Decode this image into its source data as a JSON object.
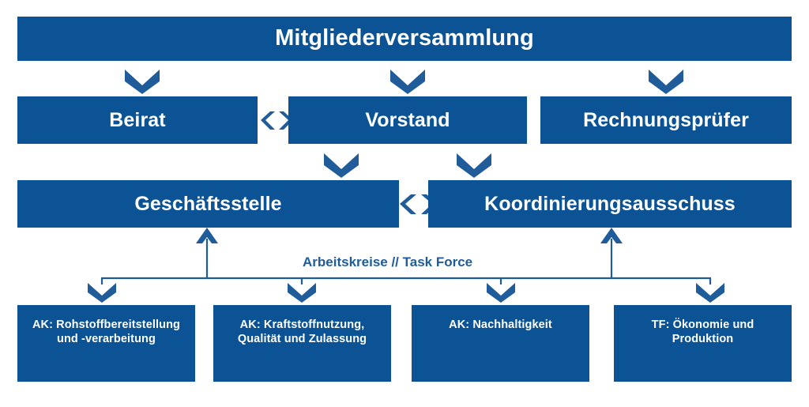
{
  "diagram": {
    "type": "organizational-hierarchy",
    "title_text": "Mitgliederversammlung",
    "colors": {
      "box_fill": "#0B5394",
      "box_text": "#FFFFFF",
      "connector": "#1F5C99",
      "background": "#FFFFFF"
    },
    "levels": [
      {
        "level": 1,
        "nodes": [
          {
            "id": "mitgliederversammlung",
            "label": "Mitgliederversammlung"
          }
        ]
      },
      {
        "level": 2,
        "nodes": [
          {
            "id": "beirat",
            "label": "Beirat"
          },
          {
            "id": "vorstand",
            "label": "Vorstand"
          },
          {
            "id": "rechnungspruefer",
            "label": "Rechnungsprüfer"
          }
        ]
      },
      {
        "level": 3,
        "nodes": [
          {
            "id": "geschaeftsstelle",
            "label": "Geschäftsstelle"
          },
          {
            "id": "koordinierungsausschuss",
            "label": "Koordinierungsausschuss"
          }
        ]
      },
      {
        "level": 4,
        "group_label": "Arbeitskreise // Task Force",
        "nodes": [
          {
            "id": "ak-rohstoff",
            "label": "AK: Rohstoffbereitstellung und -verarbeitung"
          },
          {
            "id": "ak-kraftstoff",
            "label": "AK: Kraftstoffnutzung, Qualität und Zulassung"
          },
          {
            "id": "ak-nachhaltigkeit",
            "label": "AK: Nachhaltigkeit"
          },
          {
            "id": "tf-oekonomie",
            "label": "TF: Ökonomie und Produktion"
          }
        ]
      }
    ],
    "connectors": [
      {
        "from": "mitgliederversammlung",
        "to": "beirat",
        "style": "chevron-down"
      },
      {
        "from": "mitgliederversammlung",
        "to": "vorstand",
        "style": "chevron-down"
      },
      {
        "from": "mitgliederversammlung",
        "to": "rechnungspruefer",
        "style": "chevron-down"
      },
      {
        "from": "beirat",
        "to": "vorstand",
        "style": "bidirectional-chevron"
      },
      {
        "from": "vorstand",
        "to": "geschaeftsstelle",
        "style": "chevron-down"
      },
      {
        "from": "vorstand",
        "to": "koordinierungsausschuss",
        "style": "chevron-down"
      },
      {
        "from": "geschaeftsstelle",
        "to": "koordinierungsausschuss",
        "style": "bidirectional-chevron"
      },
      {
        "from": "arbeitskreise-bus",
        "to": "geschaeftsstelle",
        "style": "arrow-up"
      },
      {
        "from": "arbeitskreise-bus",
        "to": "koordinierungsausschuss",
        "style": "arrow-up"
      },
      {
        "from": "arbeitskreise-bus",
        "to": "ak-rohstoff",
        "style": "chevron-down"
      },
      {
        "from": "arbeitskreise-bus",
        "to": "ak-kraftstoff",
        "style": "chevron-down"
      },
      {
        "from": "arbeitskreise-bus",
        "to": "ak-nachhaltigkeit",
        "style": "chevron-down"
      },
      {
        "from": "arbeitskreise-bus",
        "to": "tf-oekonomie",
        "style": "chevron-down"
      }
    ]
  }
}
